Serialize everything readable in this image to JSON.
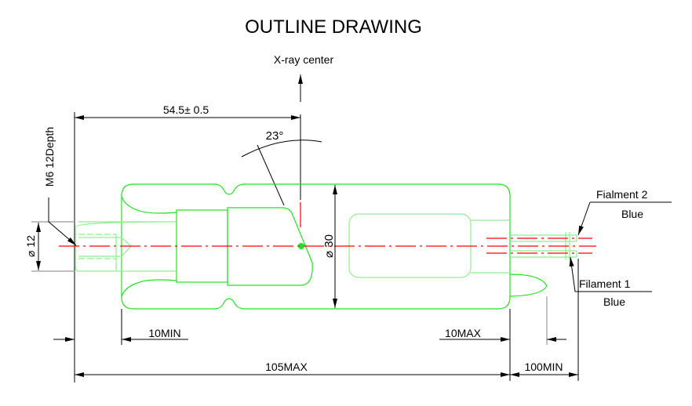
{
  "title": "OUTLINE DRAWING",
  "labels": {
    "xray_center": "X-ray center",
    "dim_center": "54.5± 0.5",
    "angle": "23°",
    "thread": "M6 12Depth",
    "dia_small": "⌀ 12",
    "dia_body": "⌀ 30",
    "min_left": "10MIN",
    "max_right": "10MAX",
    "overall": "105MAX",
    "lead": "100MIN",
    "filament2": "Fialment 2",
    "filament2_color": "Blue",
    "filament1": "Filament 1",
    "filament1_color": "Blue"
  },
  "colors": {
    "outline": "#22e022",
    "centerline": "#ff0000",
    "dimension": "#000000"
  }
}
